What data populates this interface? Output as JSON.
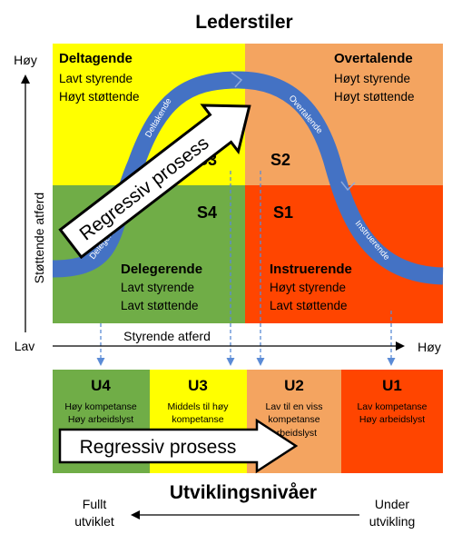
{
  "title": "Lederstiler",
  "subtitle": "Utviklingsnivåer",
  "axes": {
    "y_high": "Høy",
    "y_low": "Lav",
    "y_label": "Støttende atferd",
    "x_label": "Styrende atferd",
    "x_high": "Høy"
  },
  "quadrants": [
    {
      "id": "S3",
      "name": "Deltagende",
      "lines": [
        "Lavt styrende",
        "Høyt støttende"
      ],
      "color": "#FFFF00"
    },
    {
      "id": "S2",
      "name": "Overtalende",
      "lines": [
        "Høyt styrende",
        "Høyt støttende"
      ],
      "color": "#F4A460"
    },
    {
      "id": "S4",
      "name": "Delegerende",
      "lines": [
        "Lavt styrende",
        "Lavt støttende"
      ],
      "color": "#70AD47"
    },
    {
      "id": "S1",
      "name": "Instruerende",
      "lines": [
        "Høyt styrende",
        "Lavt støttende"
      ],
      "color": "#FF4500"
    }
  ],
  "curve_labels": [
    "Delegerende",
    "Deltakende",
    "Overtalende",
    "Instruerende"
  ],
  "curve_color": "#4472C4",
  "arrow_text": "Regressiv prosess",
  "levels": [
    {
      "id": "U4",
      "lines": [
        "Høy kompetanse",
        "Høy arbeidslyst"
      ],
      "color": "#70AD47"
    },
    {
      "id": "U3",
      "lines": [
        "Middels til høy",
        "kompetanse"
      ],
      "color": "#FFFF00"
    },
    {
      "id": "U2",
      "lines": [
        "Lav til en viss",
        "kompetanse",
        "arbeidslyst"
      ],
      "color": "#F4A460"
    },
    {
      "id": "U1",
      "lines": [
        "Lav kompetanse",
        "Høy  arbeidslyst"
      ],
      "color": "#FF4500"
    }
  ],
  "bottom": {
    "left": [
      "Fullt",
      "utviklet"
    ],
    "right": [
      "Under",
      "utvikling"
    ]
  }
}
